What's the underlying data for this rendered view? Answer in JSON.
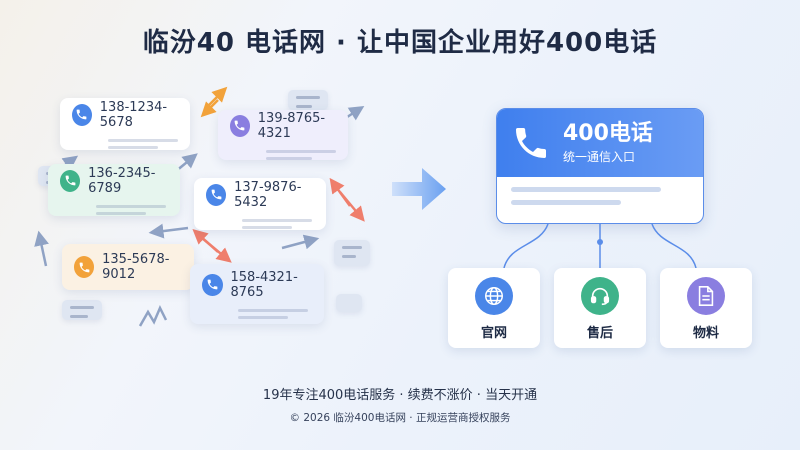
{
  "title": "临汾40 电话网 · 让中国企业用好400电话",
  "cards": [
    {
      "number": "138-1234-5678",
      "bg": "#ffffff",
      "icon_color": "#4a86e8"
    },
    {
      "number": "139-8765-4321",
      "bg": "#efeefc",
      "icon_color": "#8a7ee0"
    },
    {
      "number": "136-2345-6789",
      "bg": "#e6f5ee",
      "icon_color": "#3fb38a"
    },
    {
      "number": "137-9876-5432",
      "bg": "#ffffff",
      "icon_color": "#4a86e8"
    },
    {
      "number": "135-5678-9012",
      "bg": "#fbf1e3",
      "icon_color": "#f2a23a"
    },
    {
      "number": "158-4321-8765",
      "bg": "#e8eefa",
      "icon_color": "#4a86e8"
    }
  ],
  "main_card": {
    "title": "400电话",
    "subtitle": "统一通信入口",
    "accent": "#3f7fee"
  },
  "nodes": [
    {
      "label": "官网",
      "icon": "globe-icon",
      "color": "#4a86e8"
    },
    {
      "label": "售后",
      "icon": "headset-icon",
      "color": "#3fb38a"
    },
    {
      "label": "物料",
      "icon": "document-icon",
      "color": "#8a7ee0"
    }
  ],
  "footer": {
    "tagline": "19年专注400电话服务 · 续费不涨价 · 当天开通",
    "copyright": "© 2026 临汾400电话网 · 正规运营商授权服务"
  }
}
